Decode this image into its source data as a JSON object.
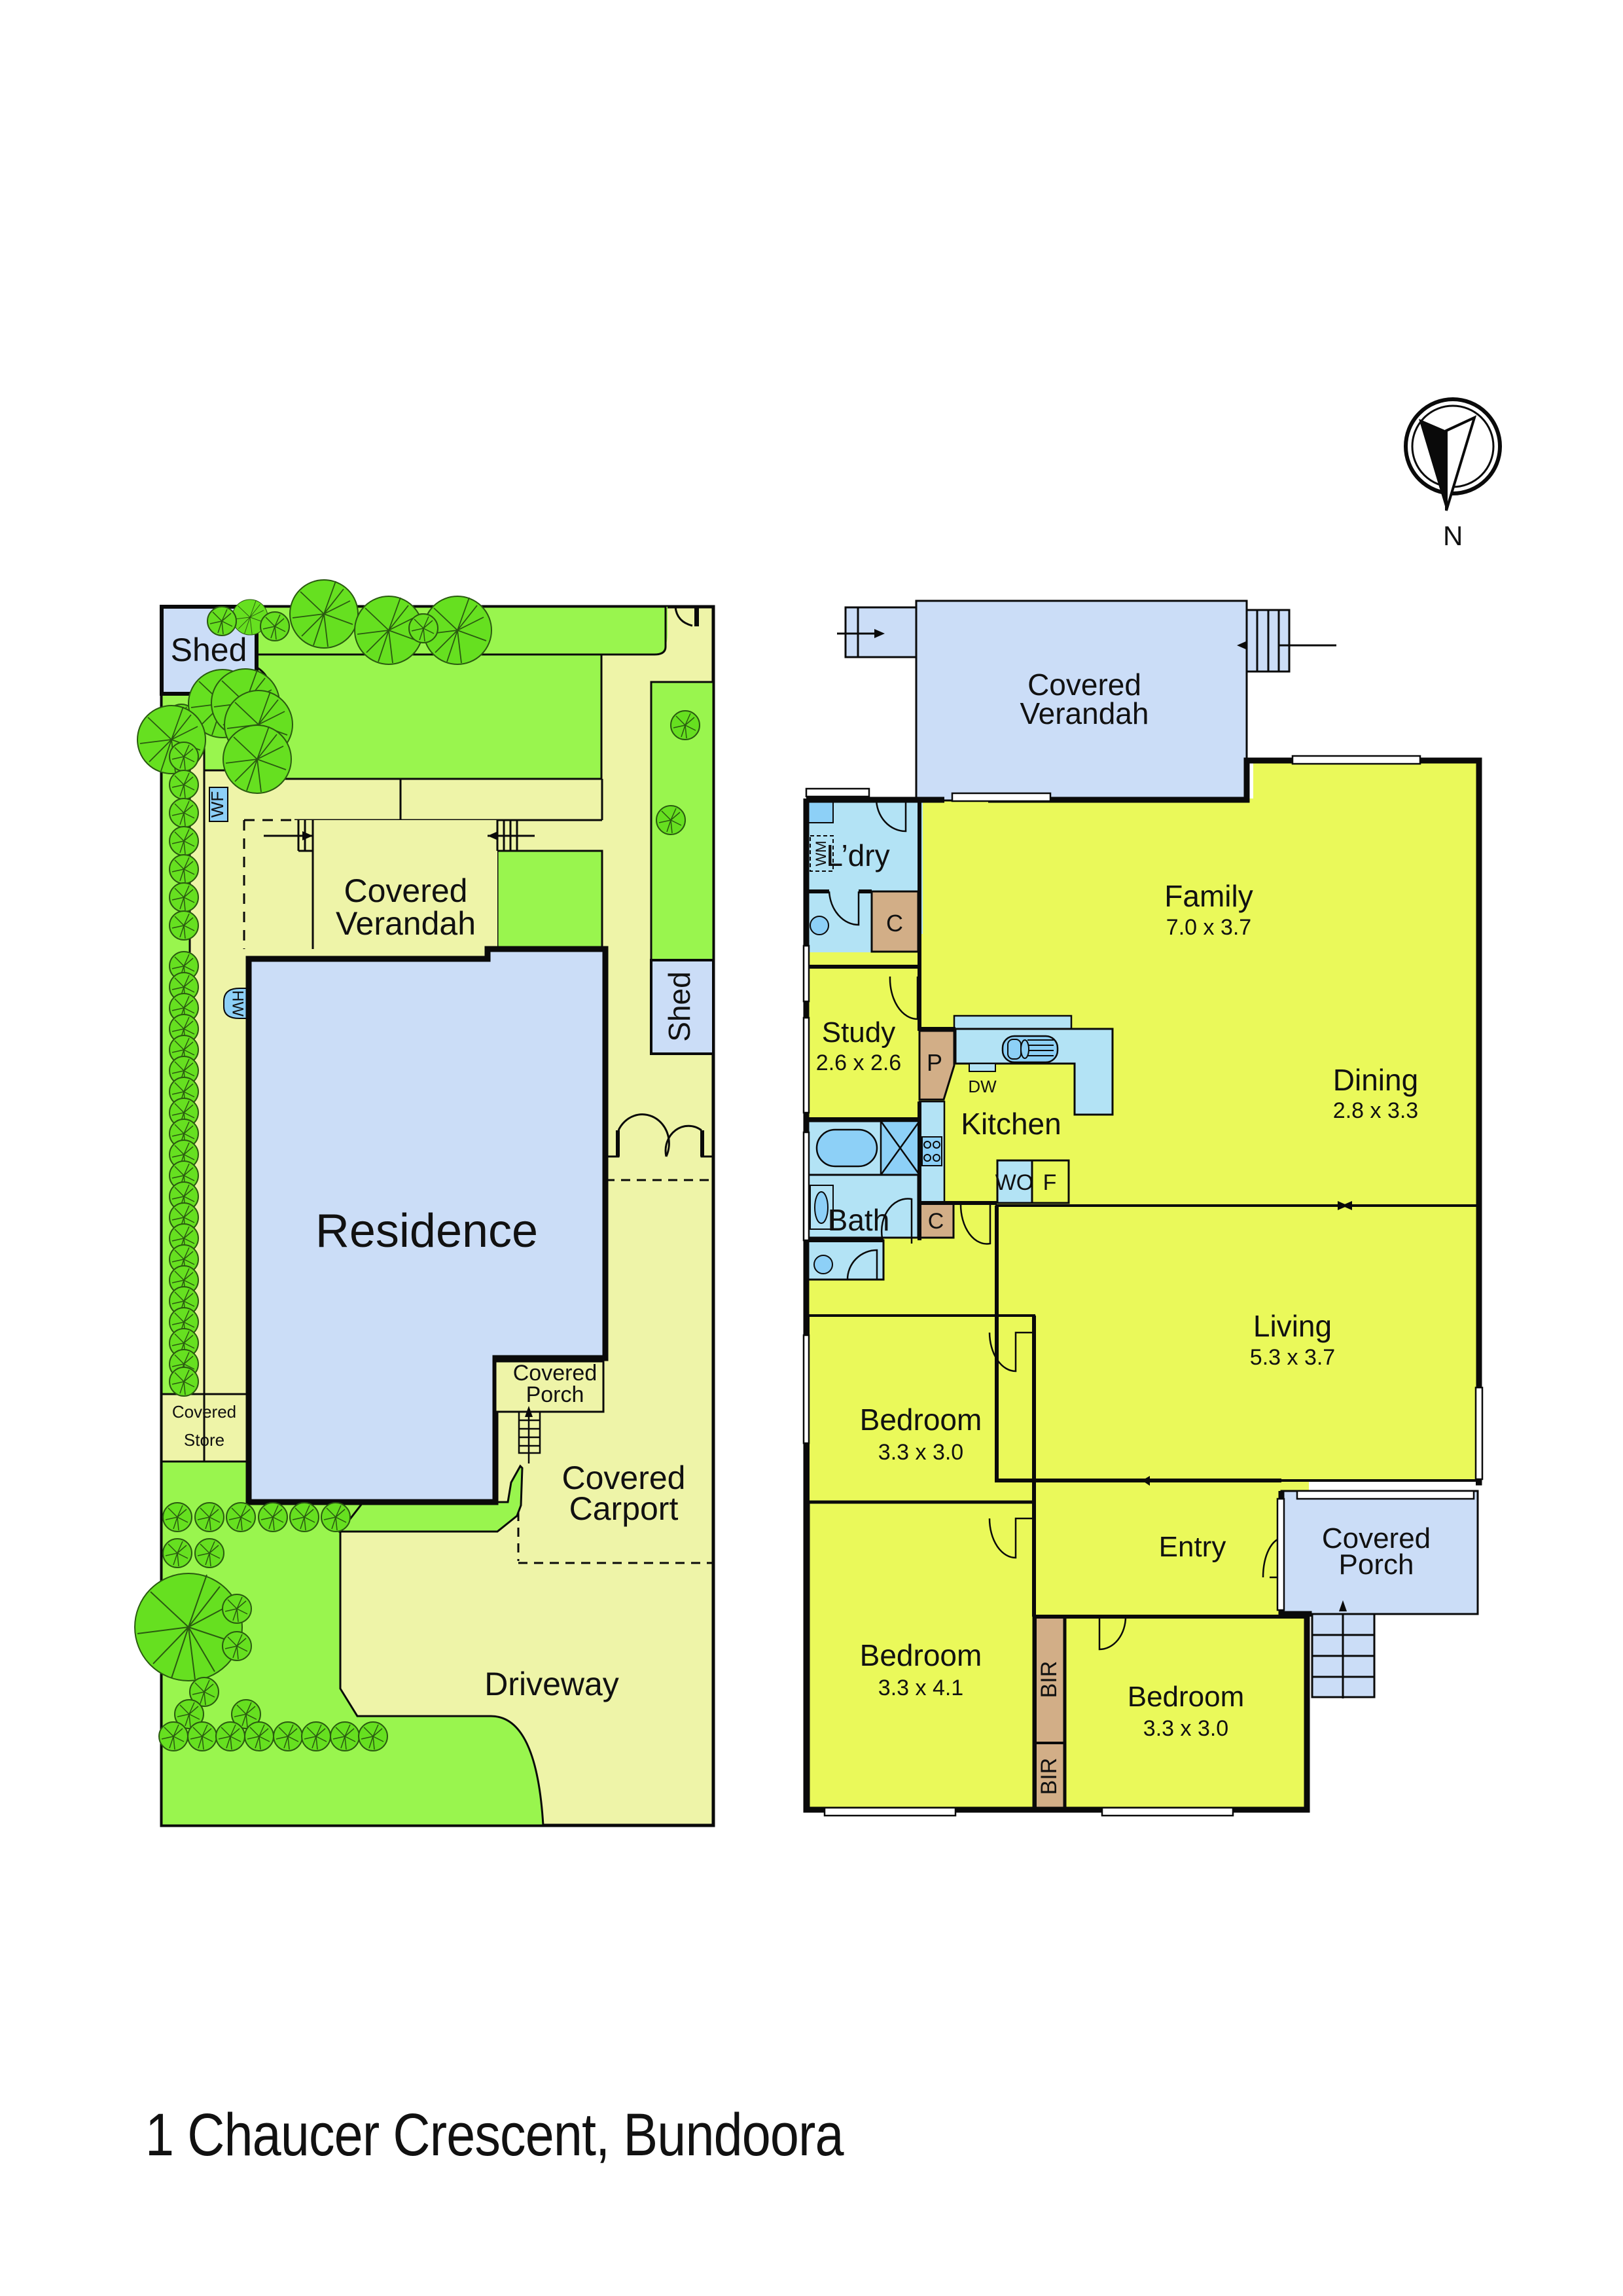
{
  "document": {
    "title": "1 Chaucer Crescent, Bundoora",
    "north_label": "N"
  },
  "colors": {
    "lawn": "#99f54e",
    "paving": "#eef4a8",
    "residence": "#cbddf7",
    "room_yellow": "#eaf95a",
    "wet_area": "#b3e3f5",
    "fixture_blue": "#8dd0f7",
    "cupboard": "#d2ae87",
    "wall": "#0a0a0a",
    "tree": "#66e020"
  },
  "site_plan": {
    "labels": {
      "shed_top": "Shed",
      "shed_side": "Shed",
      "wf": "WF",
      "hw": "HW",
      "covered_verandah_l1": "Covered",
      "covered_verandah_l2": "Verandah",
      "residence": "Residence",
      "covered_porch_l1": "Covered",
      "covered_porch_l2": "Porch",
      "covered_store_l1": "Covered",
      "covered_store_l2": "Store",
      "covered_carport_l1": "Covered",
      "covered_carport_l2": "Carport",
      "driveway": "Driveway"
    }
  },
  "floor_plan": {
    "rooms": {
      "verandah": {
        "l1": "Covered",
        "l2": "Verandah"
      },
      "laundry": {
        "name": "L’dry"
      },
      "wm": {
        "name": "WM"
      },
      "cupboard_c1": {
        "name": "C"
      },
      "family": {
        "name": "Family",
        "dims": "7.0 x 3.7"
      },
      "study": {
        "name": "Study",
        "dims": "2.6 x 2.6"
      },
      "pantry": {
        "name": "P"
      },
      "dw": {
        "name": "DW"
      },
      "kitchen": {
        "name": "Kitchen"
      },
      "dining": {
        "name": "Dining",
        "dims": "2.8 x 3.3"
      },
      "wo": {
        "name": "WO"
      },
      "fridge": {
        "name": "F"
      },
      "bath": {
        "name": "Bath"
      },
      "cupboard_c2": {
        "name": "C"
      },
      "living": {
        "name": "Living",
        "dims": "5.3 x 3.7"
      },
      "bedroom1": {
        "name": "Bedroom",
        "dims": "3.3 x 3.0"
      },
      "entry": {
        "name": "Entry"
      },
      "porch": {
        "l1": "Covered",
        "l2": "Porch"
      },
      "bedroom2": {
        "name": "Bedroom",
        "dims": "3.3 x 4.1"
      },
      "bir1": {
        "name": "BIR"
      },
      "bir2": {
        "name": "BIR"
      },
      "bedroom3": {
        "name": "Bedroom",
        "dims": "3.3 x 3.0"
      }
    }
  }
}
